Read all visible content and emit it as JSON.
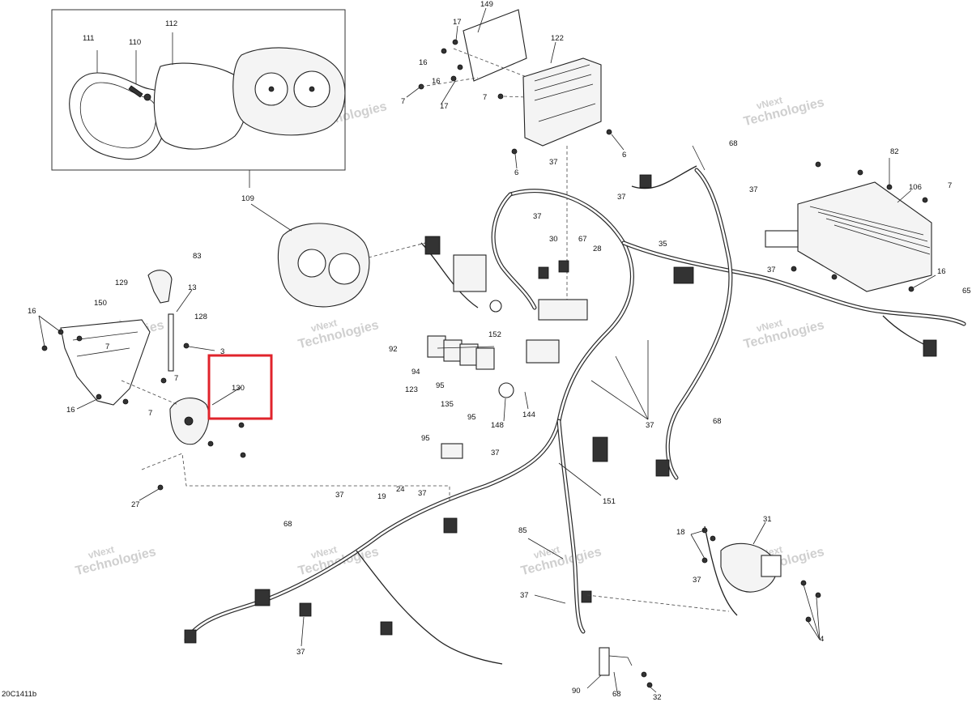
{
  "diagram_code": "20C1411b",
  "watermark": {
    "line1": "vNext",
    "line2": "Technologies"
  },
  "highlight": {
    "color": "#e0232b",
    "callout": "130"
  },
  "callouts": [
    {
      "id": "c149",
      "text": "149"
    },
    {
      "id": "c17a",
      "text": "17"
    },
    {
      "id": "c16a",
      "text": "16"
    },
    {
      "id": "c122",
      "text": "122"
    },
    {
      "id": "c16b",
      "text": "16"
    },
    {
      "id": "c7a",
      "text": "7"
    },
    {
      "id": "c17b",
      "text": "17"
    },
    {
      "id": "c7b",
      "text": "7"
    },
    {
      "id": "c6a",
      "text": "6"
    },
    {
      "id": "c6b",
      "text": "6"
    },
    {
      "id": "c111",
      "text": "111"
    },
    {
      "id": "c110",
      "text": "110"
    },
    {
      "id": "c112",
      "text": "112"
    },
    {
      "id": "c109",
      "text": "109"
    },
    {
      "id": "c37a",
      "text": "37"
    },
    {
      "id": "c68a",
      "text": "68"
    },
    {
      "id": "c82",
      "text": "82"
    },
    {
      "id": "c7c",
      "text": "7"
    },
    {
      "id": "c106",
      "text": "106"
    },
    {
      "id": "c37b",
      "text": "37"
    },
    {
      "id": "c37c",
      "text": "37"
    },
    {
      "id": "c37d",
      "text": "37"
    },
    {
      "id": "c30",
      "text": "30"
    },
    {
      "id": "c67",
      "text": "67"
    },
    {
      "id": "c28",
      "text": "28"
    },
    {
      "id": "c35",
      "text": "35"
    },
    {
      "id": "c37e",
      "text": "37"
    },
    {
      "id": "c16c",
      "text": "16"
    },
    {
      "id": "c65",
      "text": "65"
    },
    {
      "id": "c83",
      "text": "83"
    },
    {
      "id": "c129",
      "text": "129"
    },
    {
      "id": "c13",
      "text": "13"
    },
    {
      "id": "c150",
      "text": "150"
    },
    {
      "id": "c16d",
      "text": "16"
    },
    {
      "id": "c128",
      "text": "128"
    },
    {
      "id": "c7d",
      "text": "7"
    },
    {
      "id": "c3",
      "text": "3"
    },
    {
      "id": "c130",
      "text": "130"
    },
    {
      "id": "c7e",
      "text": "7"
    },
    {
      "id": "c7f",
      "text": "7"
    },
    {
      "id": "c16e",
      "text": "16"
    },
    {
      "id": "c152",
      "text": "152"
    },
    {
      "id": "c92",
      "text": "92"
    },
    {
      "id": "c94",
      "text": "94"
    },
    {
      "id": "c123",
      "text": "123"
    },
    {
      "id": "c95a",
      "text": "95"
    },
    {
      "id": "c135",
      "text": "135"
    },
    {
      "id": "c95b",
      "text": "95"
    },
    {
      "id": "c148",
      "text": "148"
    },
    {
      "id": "c144",
      "text": "144"
    },
    {
      "id": "c37f",
      "text": "37"
    },
    {
      "id": "c68b",
      "text": "68"
    },
    {
      "id": "c27",
      "text": "27"
    },
    {
      "id": "c95c",
      "text": "95"
    },
    {
      "id": "c37g",
      "text": "37"
    },
    {
      "id": "c151",
      "text": "151"
    },
    {
      "id": "c37h",
      "text": "37"
    },
    {
      "id": "c19",
      "text": "19"
    },
    {
      "id": "c24",
      "text": "24"
    },
    {
      "id": "c37i",
      "text": "37"
    },
    {
      "id": "c68c",
      "text": "68"
    },
    {
      "id": "c85",
      "text": "85"
    },
    {
      "id": "c18",
      "text": "18"
    },
    {
      "id": "c31",
      "text": "31"
    },
    {
      "id": "c37j",
      "text": "37"
    },
    {
      "id": "c37k",
      "text": "37"
    },
    {
      "id": "c4",
      "text": "4"
    },
    {
      "id": "c37l",
      "text": "37"
    },
    {
      "id": "c90",
      "text": "90"
    },
    {
      "id": "c68d",
      "text": "68"
    },
    {
      "id": "c32",
      "text": "32"
    }
  ]
}
